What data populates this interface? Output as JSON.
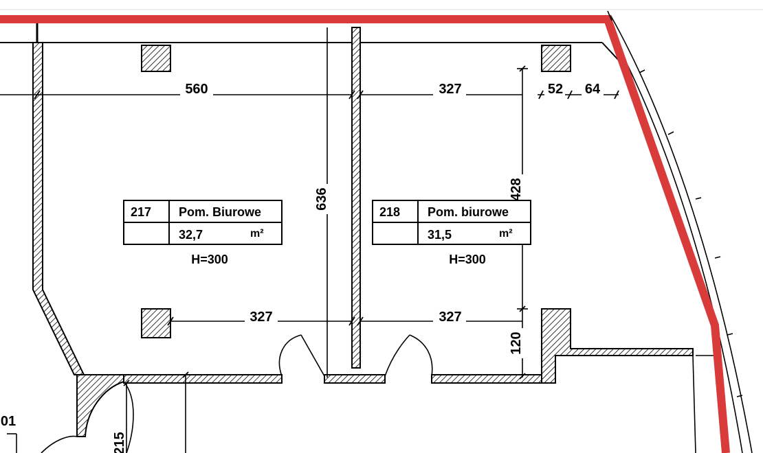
{
  "rooms": [
    {
      "number": "217",
      "name": "Pom. Biurowe",
      "area": "32,7",
      "unit": "m²",
      "height": "H=300"
    },
    {
      "number": "218",
      "name": "Pom. biurowe",
      "area": "31,5",
      "unit": "m²",
      "height": "H=300"
    }
  ],
  "dimensions": {
    "top_left": "560",
    "top_right": "327",
    "right_small_1": "52",
    "right_small_2": "64",
    "vertical_636": "636",
    "vertical_428": "428",
    "bottom_left": "327",
    "bottom_right": "327",
    "vertical_120": "120",
    "vertical_215": "215"
  },
  "edge_labels": {
    "left_room_fragment": "01"
  },
  "colors": {
    "boundary": "#d93a3a",
    "lines": "#000000",
    "background": "#ffffff"
  }
}
